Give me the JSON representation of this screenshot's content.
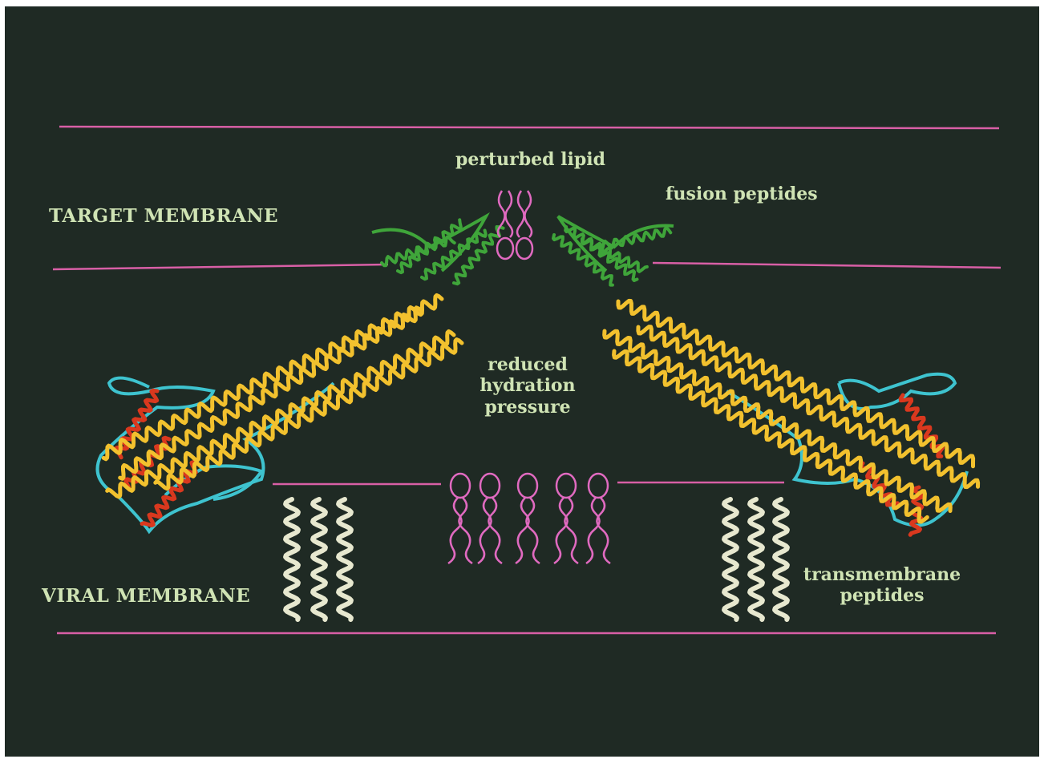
{
  "labels": {
    "target_membrane": "TARGET MEMBRANE",
    "viral_membrane": "VIRAL MEMBRANE",
    "perturbed_lipid": "perturbed lipid",
    "fusion_peptides": "fusion peptides",
    "reduced_hydration_pressure": [
      "reduced",
      "hydration",
      "pressure"
    ],
    "transmembrane_peptides": [
      "transmembrane",
      "peptides"
    ]
  },
  "colors": {
    "background": "#1f2a24",
    "membrane_line": "#d85fa6",
    "lipid": "#e06ac0",
    "fusion_peptide": "#3fa53a",
    "coiled_coil_helix": "#f2c12e",
    "loop": "#3ec3cf",
    "red_helix": "#d9381e",
    "transmembrane_helix": "#e7e8cf",
    "label_text": "#cfe3b4"
  },
  "icons": {
    "lipid": "lipid-molecule-icon",
    "helix": "alpha-helix-icon"
  }
}
